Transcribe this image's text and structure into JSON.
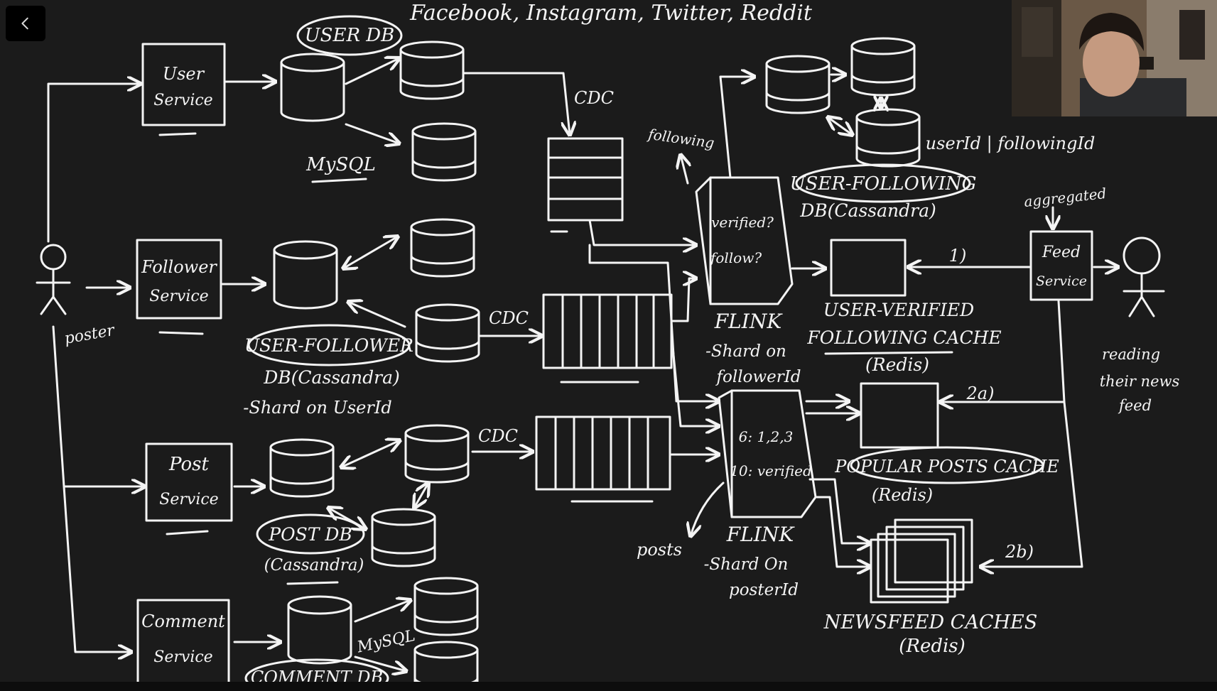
{
  "header": {
    "title": "Facebook, Instagram, Twitter, Reddit"
  },
  "nav": {
    "back_icon": "chevron-left-icon"
  },
  "actors": {
    "poster": "poster",
    "reader": [
      "reading",
      "their news",
      "feed"
    ]
  },
  "services": {
    "user": [
      "User",
      "Service"
    ],
    "follower": [
      "Follower",
      "Service"
    ],
    "post": [
      "Post",
      "Service"
    ],
    "comment": [
      "Comment",
      "Service"
    ],
    "feed": [
      "Feed",
      "Service"
    ]
  },
  "databases": {
    "user_db": "USER DB",
    "user_db_engine": "MySQL",
    "user_follower_db": "USER-FOLLOWER",
    "user_follower_engine": "DB(Cassandra)",
    "user_follower_shard": "-Shard on UserId",
    "post_db": "POST DB",
    "post_db_engine": "(Cassandra)",
    "comment_db": "COMMENT DB",
    "comment_db_engine": "MySQL",
    "user_following_db": "USER-FOLLOWING",
    "user_following_engine": "DB(Cassandra)",
    "user_following_keys": "userId | followingId"
  },
  "streams": {
    "cdc_user": "CDC",
    "cdc_follower": "CDC",
    "cdc_post": "CDC"
  },
  "processors": {
    "flink1": "FLINK",
    "flink1_box": [
      "verified?",
      "follow?"
    ],
    "flink1_shard": [
      "-Shard on",
      "followerId"
    ],
    "flink1_output": "following",
    "flink2": "FLINK",
    "flink2_box": [
      "6: 1,2,3",
      "10: verified"
    ],
    "flink2_shard": [
      "-Shard On",
      "posterId"
    ],
    "flink2_output": "posts"
  },
  "caches": {
    "verified_following": [
      "USER-VERIFIED",
      "FOLLOWING CACHE",
      "(Redis)"
    ],
    "popular_posts": "POPULAR POSTS CACHE",
    "popular_posts_engine": "(Redis)",
    "newsfeed": [
      "NEWSFEED CACHES",
      "(Redis)"
    ]
  },
  "steps": {
    "s1": "1)",
    "s2a": "2a)",
    "s2b": "2b)",
    "aggregated": "aggregated"
  }
}
